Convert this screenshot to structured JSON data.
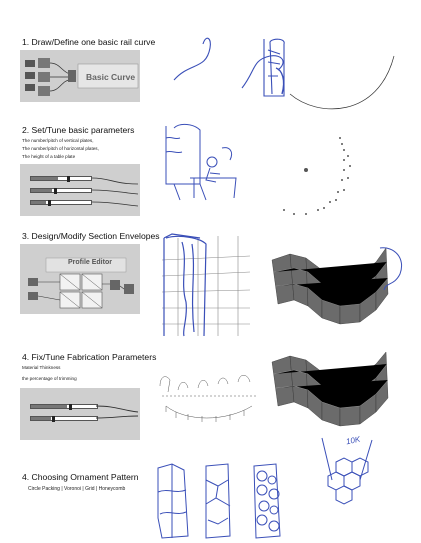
{
  "steps": [
    {
      "title": "1. Draw/Define one basic rail curve",
      "node_label": "Basic Curve"
    },
    {
      "title": "2. Set/Tune basic parameters",
      "lines": [
        "The number/pitch of vertical plates,",
        "The number/pitch of horizontal plates,",
        "The height of a table plate"
      ]
    },
    {
      "title": "3. Design/Modify Section Envelopes",
      "node_label": "Profile Editor"
    },
    {
      "title": "4. Fix/Tune Fabrication Parameters",
      "lines": [
        "Material Thinkness",
        "the percentage of trimming"
      ]
    },
    {
      "title": "4. Choosing Ornament Pattern",
      "subtitle": "Circle Packing | Voronoi | Grid | Honeycomb"
    }
  ],
  "sketch_note": "10K",
  "colors": {
    "ink": "#3a4fb8",
    "panel": "#cfcfcf",
    "render": "#6b6b6b"
  }
}
